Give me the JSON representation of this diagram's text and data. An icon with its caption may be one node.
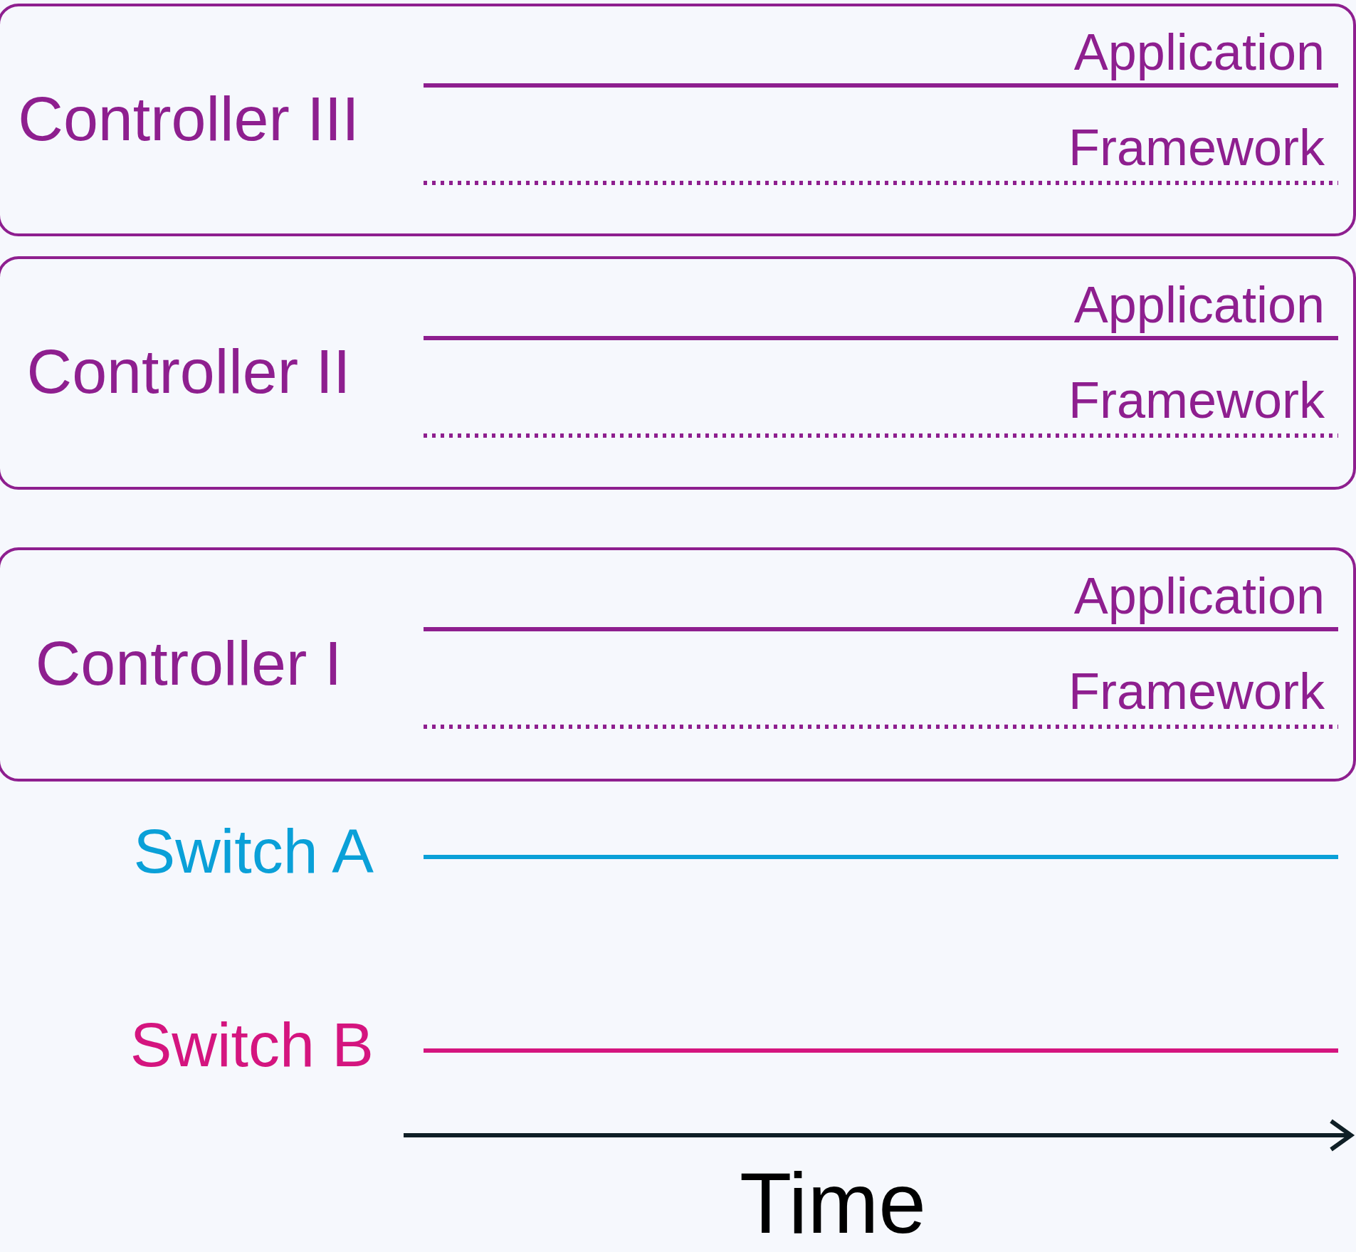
{
  "diagram": {
    "nodes": [
      {
        "text": [
          "Controller III",
          "Application",
          "Framework"
        ]
      },
      {
        "text": [
          "Controller II",
          "Application",
          "Framework"
        ]
      },
      {
        "text": [
          "Controller I",
          "Application",
          "Framework"
        ]
      }
    ],
    "labels": [
      "Switch A",
      "Switch B",
      "Time"
    ]
  }
}
